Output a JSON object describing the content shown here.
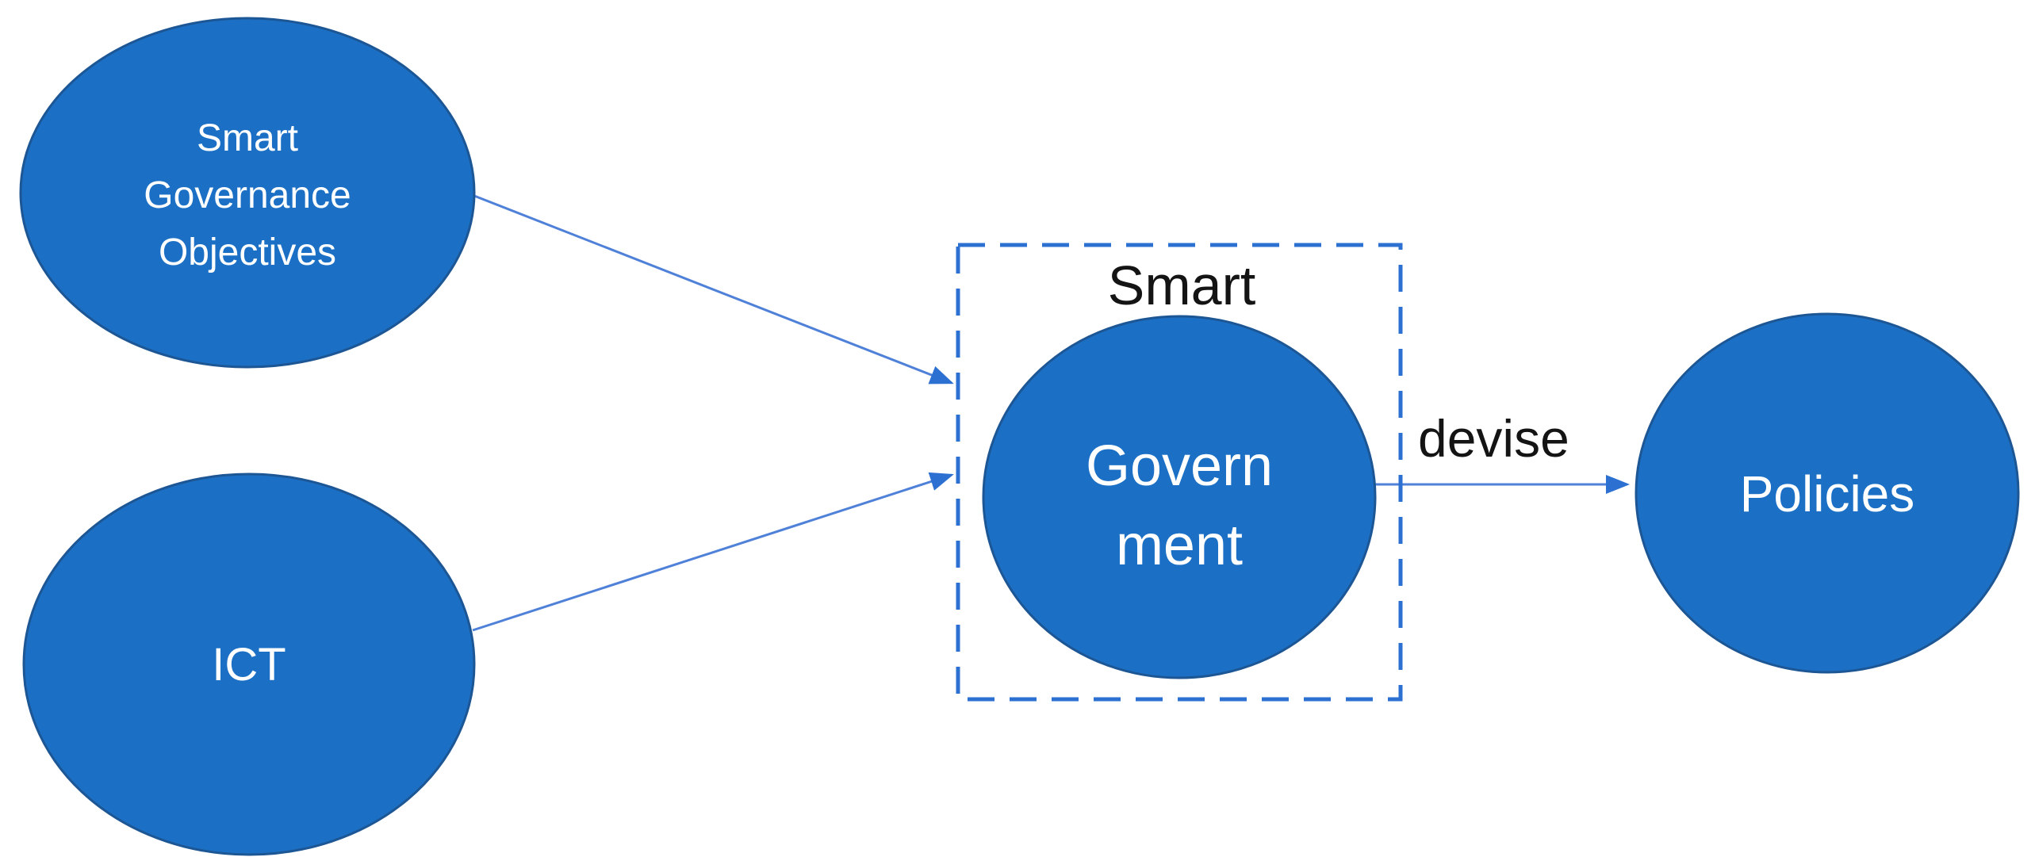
{
  "diagram": {
    "title_hint": "Smart Government concept diagram",
    "nodes": {
      "smart_governance_objectives": {
        "lines": [
          "Smart",
          "Governance",
          "Objectives"
        ]
      },
      "ict": {
        "label": "ICT"
      },
      "government": {
        "lines": [
          "Govern",
          "ment"
        ]
      },
      "policies": {
        "label": "Policies"
      }
    },
    "group_box": {
      "label": "Smart"
    },
    "edges": {
      "sgo_to_government": {
        "label": ""
      },
      "ict_to_government": {
        "label": ""
      },
      "government_to_policies": {
        "label": "devise"
      }
    },
    "colors": {
      "node_fill": "#1b70c5",
      "node_stroke": "#1d5694",
      "accent": "#2c70d2",
      "connector": "#4f81d8",
      "label_text": "#141414",
      "node_text": "#ffffff",
      "background": "#ffffff"
    }
  }
}
